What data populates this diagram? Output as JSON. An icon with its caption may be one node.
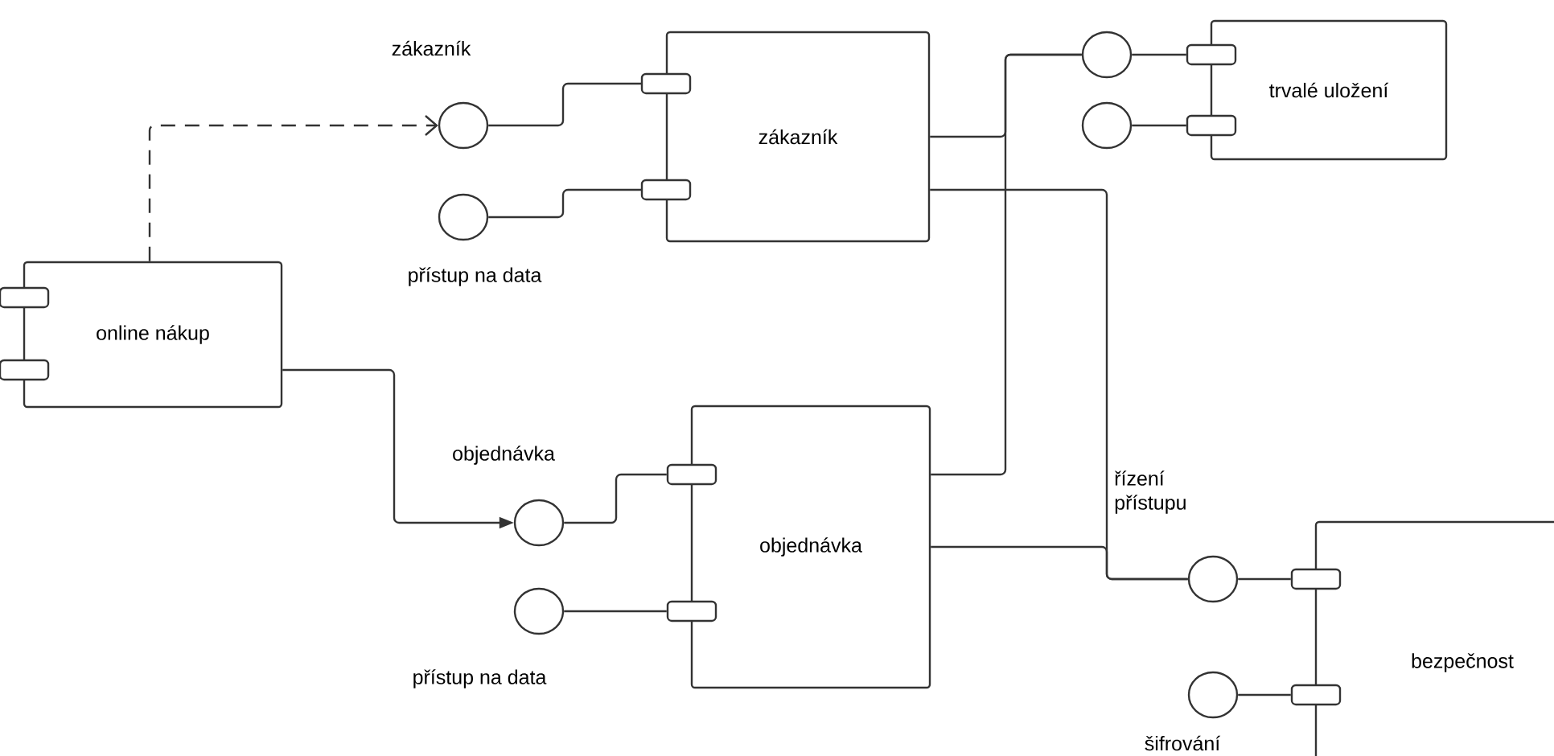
{
  "diagram": {
    "nodes": [
      {
        "text": [
          "online nákup"
        ]
      },
      {
        "text": [
          "zákazník"
        ]
      },
      {
        "text": [],
        "shape": "circle",
        "beside": [
          "zákazník"
        ]
      },
      {
        "text": [],
        "shape": "circle",
        "beside": [
          "přístup na data"
        ]
      },
      {
        "text": [
          "trvalé uložení"
        ]
      },
      {
        "text": [],
        "shape": "circle"
      },
      {
        "text": [],
        "shape": "circle"
      },
      {
        "text": [
          "objednávka"
        ]
      },
      {
        "text": [],
        "shape": "circle",
        "beside": [
          "objednávka"
        ]
      },
      {
        "text": [],
        "shape": "circle",
        "beside": [
          "přístup na data"
        ]
      },
      {
        "text": [
          "bezpečnost"
        ]
      },
      {
        "text": [],
        "shape": "circle",
        "beside": [
          "řízení přístupu"
        ]
      },
      {
        "text": [],
        "shape": "circle",
        "beside": [
          "šifrování"
        ]
      }
    ],
    "edges": [
      {
        "from": 0,
        "to": 2,
        "arrow": "to",
        "style": "dashed"
      },
      {
        "from": 2,
        "to": 1,
        "arrow": "none"
      },
      {
        "from": 3,
        "to": 1,
        "arrow": "none"
      },
      {
        "from": 0,
        "to": 8,
        "arrow": "to"
      },
      {
        "from": 8,
        "to": 7,
        "arrow": "none"
      },
      {
        "from": 9,
        "to": 7,
        "arrow": "none"
      },
      {
        "from": 1,
        "to": 5,
        "arrow": "none"
      },
      {
        "from": 7,
        "to": 5,
        "arrow": "none"
      },
      {
        "from": 1,
        "to": 11,
        "arrow": "none"
      },
      {
        "from": 7,
        "to": 11,
        "arrow": "none"
      },
      {
        "from": 5,
        "to": 4,
        "arrow": "none"
      },
      {
        "from": 6,
        "to": 4,
        "arrow": "none"
      },
      {
        "from": 11,
        "to": 10,
        "arrow": "none"
      },
      {
        "from": 12,
        "to": 10,
        "arrow": "none"
      }
    ]
  }
}
